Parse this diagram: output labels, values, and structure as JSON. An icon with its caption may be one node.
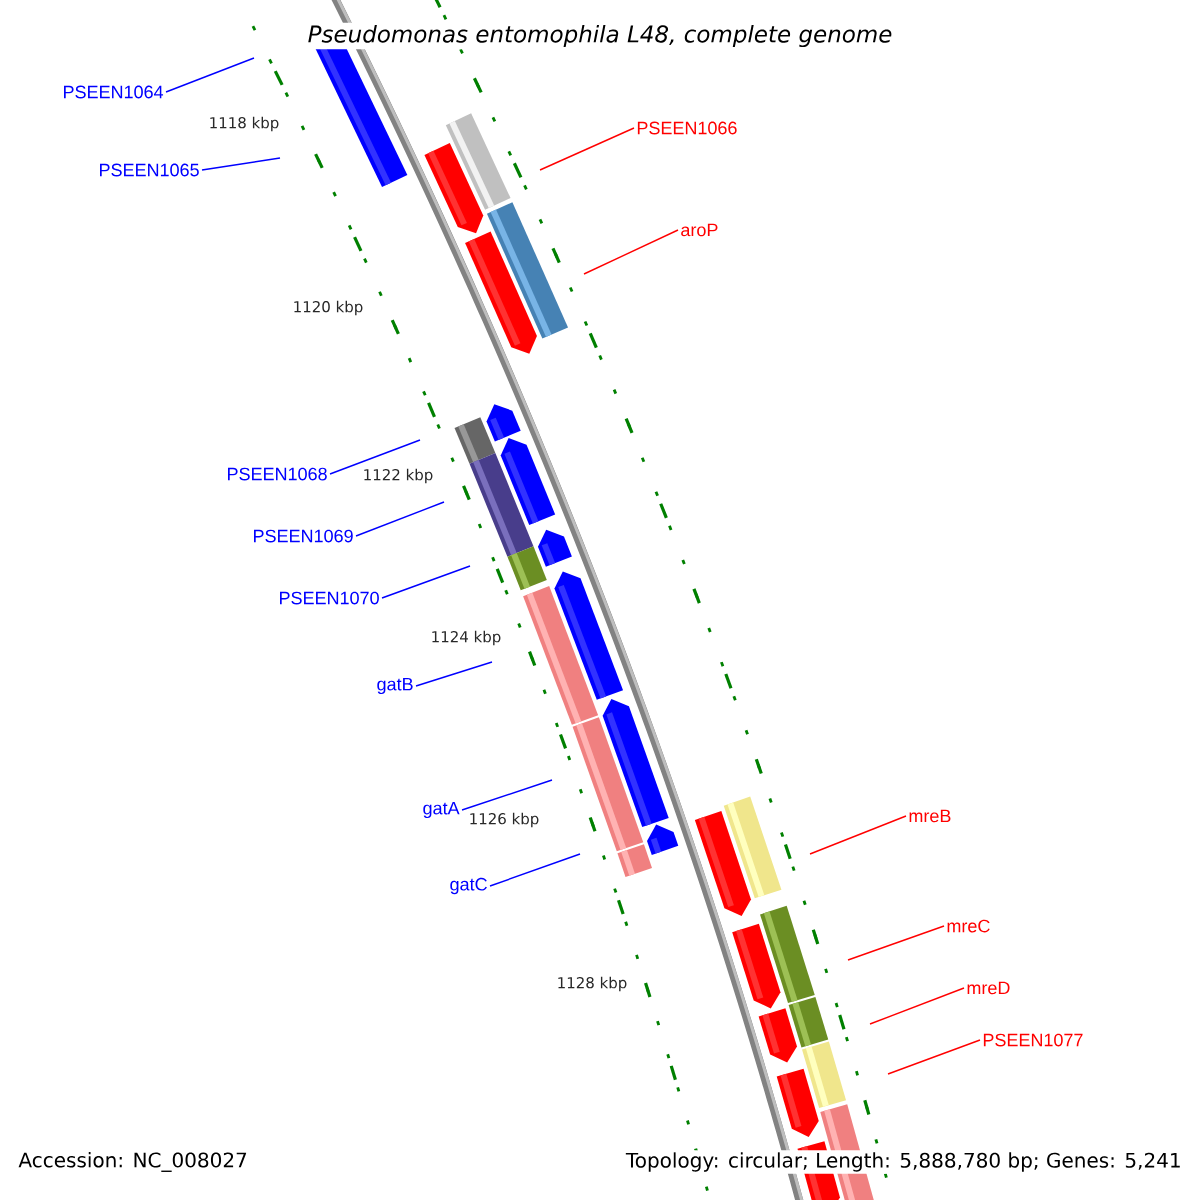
{
  "diagram": {
    "title": "Pseudomonas entomophila L48, complete genome",
    "nodes": [
      {
        "text": [
          "PSEEN1064"
        ]
      },
      {
        "text": [
          "PSEEN1066"
        ]
      },
      {
        "text": [
          "PSEEN1065"
        ]
      },
      {
        "text": [
          "aroP"
        ]
      },
      {
        "text": [
          "PSEEN1068"
        ]
      },
      {
        "text": [
          "PSEEN1069"
        ]
      },
      {
        "text": [
          "PSEEN1070"
        ]
      },
      {
        "text": [
          "gatB"
        ]
      },
      {
        "text": [
          "gatA"
        ]
      },
      {
        "text": [
          "gatC"
        ]
      },
      {
        "text": [
          "mreB"
        ]
      },
      {
        "text": [
          "mreC"
        ]
      },
      {
        "text": [
          "mreD"
        ]
      },
      {
        "text": [
          "PSEEN1077"
        ]
      }
    ],
    "edges": [
      {
        "from": 0,
        "to": null,
        "arrow": "none"
      },
      {
        "from": 1,
        "to": null,
        "arrow": "none",
        "color": "#ff0000"
      },
      {
        "from": 2,
        "to": null,
        "arrow": "none"
      },
      {
        "from": 3,
        "to": null,
        "arrow": "none",
        "color": "#ff0000"
      },
      {
        "from": 4,
        "to": null,
        "arrow": "none"
      },
      {
        "from": 5,
        "to": null,
        "arrow": "none"
      },
      {
        "from": 6,
        "to": null,
        "arrow": "none"
      },
      {
        "from": 7,
        "to": null,
        "arrow": "none"
      },
      {
        "from": 8,
        "to": null,
        "arrow": "none"
      },
      {
        "from": 9,
        "to": null,
        "arrow": "none"
      },
      {
        "from": 10,
        "to": null,
        "arrow": "none",
        "color": "#ff0000"
      },
      {
        "from": 11,
        "to": null,
        "arrow": "none",
        "color": "#ff0000"
      },
      {
        "from": 12,
        "to": null,
        "arrow": "none",
        "color": "#ff0000"
      },
      {
        "from": 13,
        "to": null,
        "arrow": "none",
        "color": "#ff0000"
      }
    ],
    "labels": [
      "1118 kbp",
      "1120 kbp",
      "1122 kbp",
      "1124 kbp",
      "1126 kbp",
      "1128 kbp",
      "Accession: NC_008027",
      "Topology: circular; Length: 5,888,780 bp; Genes: 5,241"
    ]
  }
}
